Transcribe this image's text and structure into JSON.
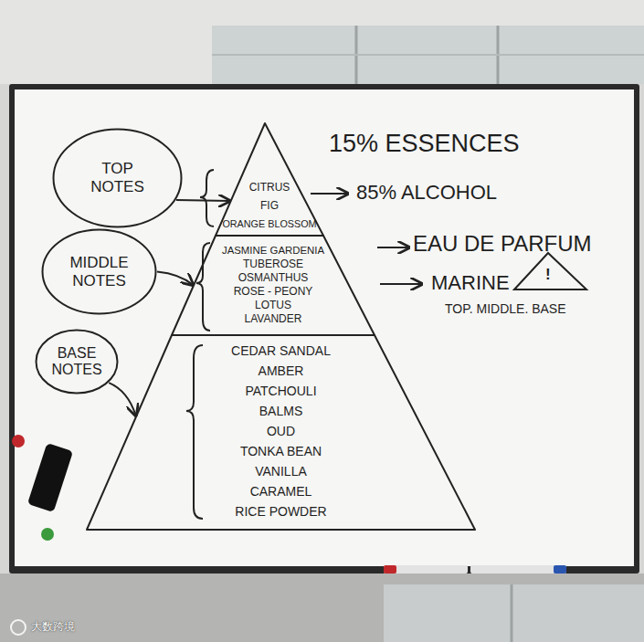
{
  "diagram": {
    "nodes": [
      {
        "text": [
          "TOP NOTES"
        ]
      },
      {
        "text": [
          "CITRUS",
          "FIG",
          "ORANGE BLOSSOM"
        ]
      },
      {
        "text": [
          "MIDDLE NOTES"
        ]
      },
      {
        "text": [
          "JASMINE GARDENIA",
          "TUBEROSE",
          "OSMANTHUS",
          "ROSE - PEONY",
          "LOTUS",
          "LAVANDER"
        ]
      },
      {
        "text": [
          "BASE NOTES"
        ]
      },
      {
        "text": [
          "CEDAR SANDAL",
          "AMBER",
          "PATCHOULI",
          "BALMS",
          "OUD",
          "TONKA BEAN",
          "VANILLA",
          "CARAMEL",
          "RICE POWDER"
        ]
      }
    ],
    "edges": [
      {
        "from": 0,
        "to": 1,
        "arrow": "to"
      },
      {
        "from": 2,
        "to": 3,
        "arrow": "to"
      },
      {
        "from": 4,
        "to": 5,
        "arrow": "to"
      }
    ],
    "labels": [
      "15% ESSENCES",
      "85% ALCOHOL",
      "EAU DE PARFUM",
      "MARINE",
      "!",
      "TOP. MIDDLE. BASE",
      "大数跨境"
    ]
  }
}
